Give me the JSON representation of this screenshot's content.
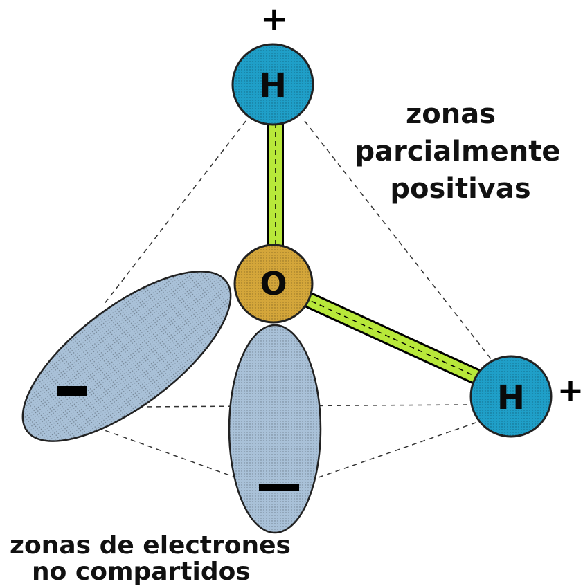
{
  "atoms": {
    "hydrogen_top": {
      "symbol": "H",
      "charge": "+"
    },
    "oxygen": {
      "symbol": "O"
    },
    "hydrogen_right": {
      "symbol": "H",
      "charge": "+"
    }
  },
  "lone_pairs": [
    {
      "charge": "-"
    },
    {
      "charge": "—"
    }
  ],
  "labels": {
    "positive_zone": [
      "zonas",
      "parcialmente",
      "positivas"
    ],
    "lone_pair_zone": [
      "zonas de electrones",
      "no compartidos"
    ]
  },
  "colors": {
    "hydrogen": "#1f9fc8",
    "oxygen": "#d4a63a",
    "bond": "#b8e83a",
    "lone_pair": "#a9c1d8",
    "dashed_edge": "#333333"
  }
}
